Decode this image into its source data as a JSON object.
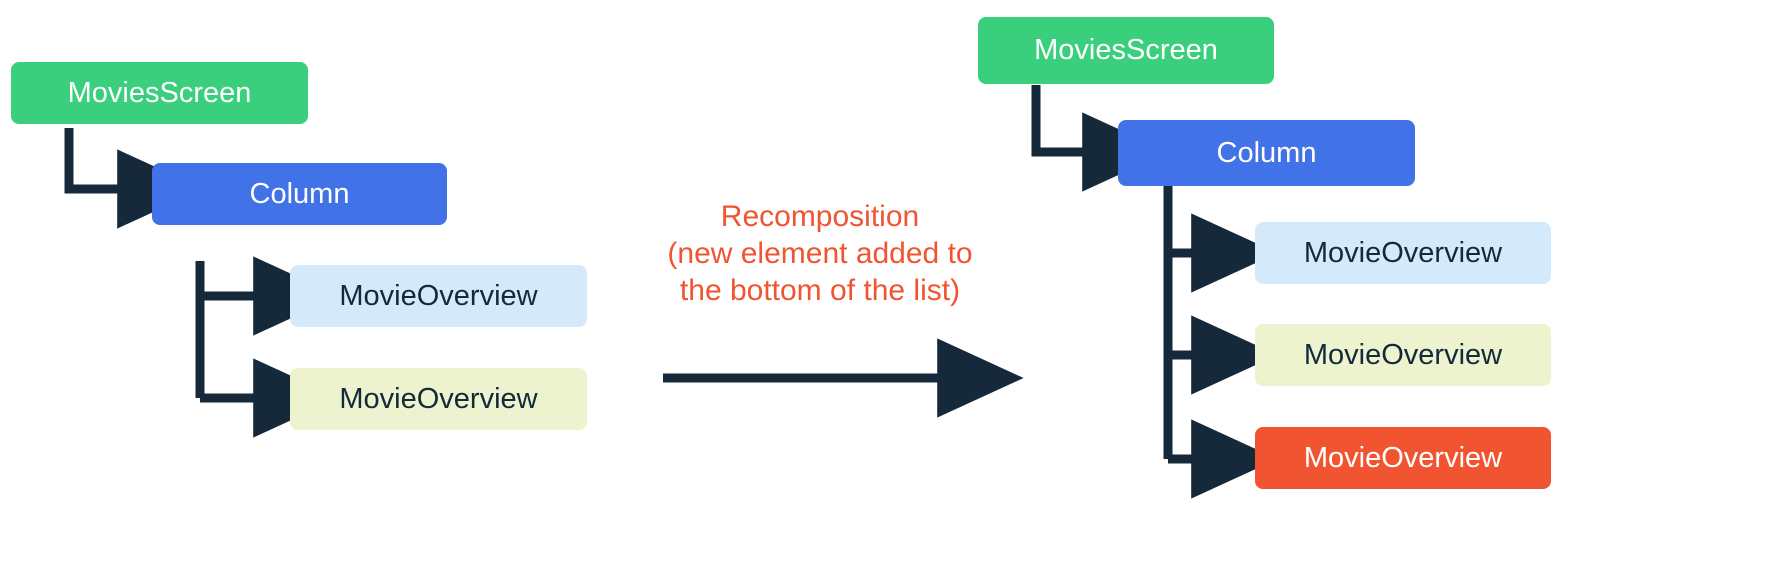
{
  "diagram": {
    "title_text_present": false,
    "colors": {
      "background": "#ffffff",
      "green": "#3ACF7D",
      "blue": "#4272E8",
      "light_blue": "#D4EAFB",
      "khaki": "#ECF3CE",
      "orange": "#F05430",
      "wire": "#15293A",
      "white_text": "#ffffff",
      "dark_text": "#15293A",
      "caption_text": "#F05430"
    }
  },
  "left_tree": {
    "root": {
      "label": "MoviesScreen",
      "fill": "green",
      "text_color": "white_text"
    },
    "container": {
      "label": "Column",
      "fill": "blue",
      "text_color": "white_text"
    },
    "children": [
      {
        "label": "MovieOverview",
        "fill": "light_blue",
        "text_color": "dark_text"
      },
      {
        "label": "MovieOverview",
        "fill": "khaki",
        "text_color": "dark_text"
      }
    ]
  },
  "transition": {
    "caption_lines": [
      "Recomposition",
      "(new element added to",
      "the bottom of the list)"
    ],
    "arrow_direction": "right",
    "arrow_label": "recomposition-arrow"
  },
  "right_tree": {
    "root": {
      "label": "MoviesScreen",
      "fill": "green",
      "text_color": "white_text"
    },
    "container": {
      "label": "Column",
      "fill": "blue",
      "text_color": "white_text"
    },
    "children": [
      {
        "label": "MovieOverview",
        "fill": "light_blue",
        "text_color": "dark_text"
      },
      {
        "label": "MovieOverview",
        "fill": "khaki",
        "text_color": "dark_text"
      },
      {
        "label": "MovieOverview",
        "fill": "orange",
        "text_color": "white_text"
      }
    ]
  }
}
